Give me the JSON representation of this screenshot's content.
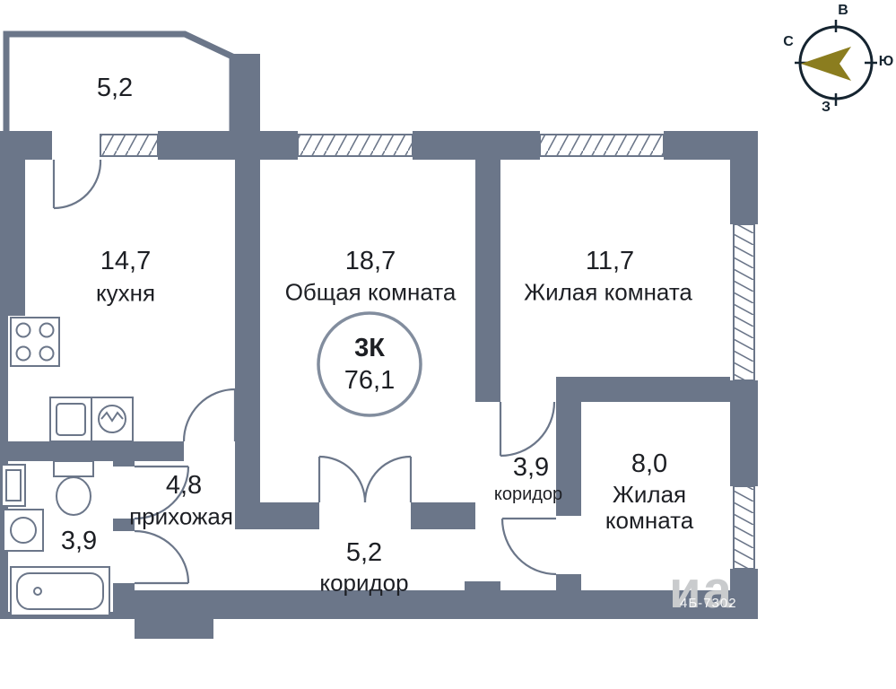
{
  "badge": {
    "rooms_label": "3К",
    "total_area": "76,1"
  },
  "rooms": [
    {
      "id": "balcony",
      "area": "5,2",
      "name": ""
    },
    {
      "id": "kitchen",
      "area": "14,7",
      "name": "кухня"
    },
    {
      "id": "common-room",
      "area": "18,7",
      "name": "Общая комната"
    },
    {
      "id": "living-room-1",
      "area": "11,7",
      "name": "Жилая комната"
    },
    {
      "id": "hallway",
      "area": "4,8",
      "name": "прихожая"
    },
    {
      "id": "bathroom",
      "area": "3,9",
      "name": ""
    },
    {
      "id": "corridor-small",
      "area": "3,9",
      "name": "коридор"
    },
    {
      "id": "living-room-2",
      "area": "8,0",
      "name": "Жилая комната"
    },
    {
      "id": "corridor-main",
      "area": "5,2",
      "name": "коридор"
    }
  ],
  "compass": {
    "top": "В",
    "left": "С",
    "right": "Ю",
    "bottom": "З"
  },
  "watermark": {
    "large": "иа",
    "small": "4Б-7302"
  },
  "colors": {
    "wall": "#6B7689",
    "badge_ring": "#828D9E",
    "text": "#1d1f24",
    "compass": "#152430",
    "needle": "#8B7D1F",
    "watermark": "#c9cbcd",
    "background": "#ffffff"
  }
}
